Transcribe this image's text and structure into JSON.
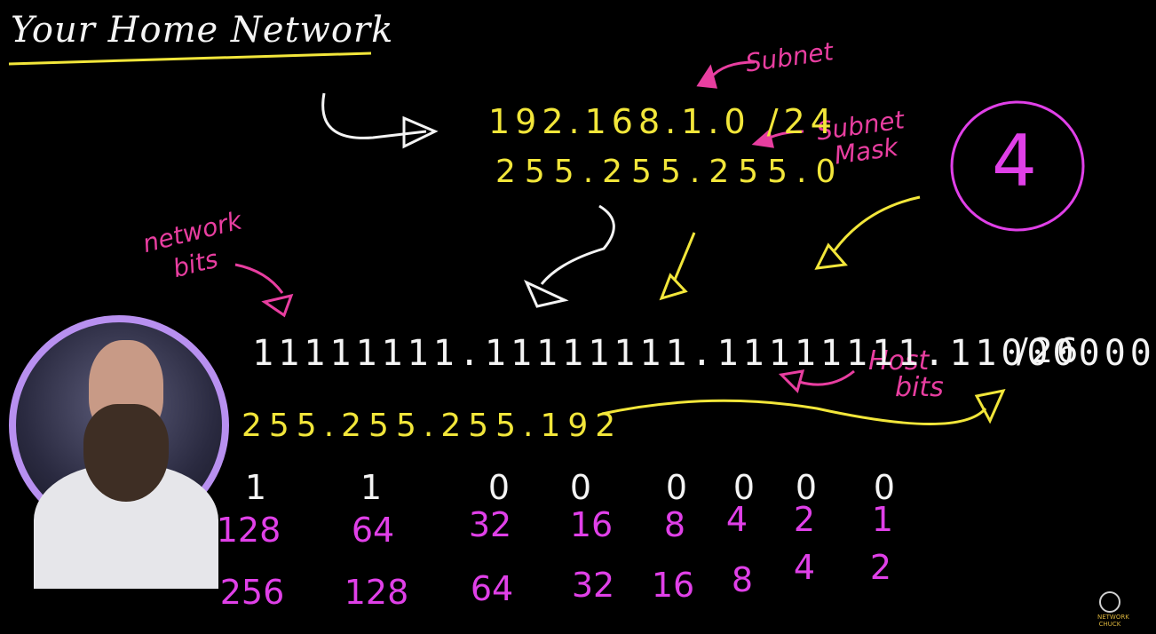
{
  "title": "Your Home Network",
  "annotations": {
    "subnet": "Subnet",
    "subnet_mask_line1": "Subnet",
    "subnet_mask_line2": "Mask",
    "network_bits_line1": "network",
    "network_bits_line2": "bits",
    "host_bits_line1": "Host",
    "host_bits_line2": "bits",
    "circled_number": "4"
  },
  "ip_address": "192.168.1.0 /24",
  "subnet_mask": "255.255.255.0",
  "binary_mask": "11111111.11111111.11111111.11000000",
  "cidr": "/26",
  "new_mask": "255.255.255.192",
  "bit_values": [
    "1",
    "1",
    "0",
    "0",
    "0",
    "0",
    "0",
    "0"
  ],
  "place_values": [
    "128",
    "64",
    "32",
    "16",
    "8",
    "4",
    "2",
    "1"
  ],
  "block_counts": [
    "256",
    "128",
    "64",
    "32",
    "16",
    "8",
    "4",
    "2"
  ],
  "colors": {
    "ink_white": "#f4f4f4",
    "ink_yellow": "#f2e63a",
    "ink_pink": "#e83ea0",
    "ink_magenta": "#e040e8",
    "webcam_ring": "#b890f0"
  },
  "logo": {
    "line1": "NETWORK",
    "line2": "CHUCK"
  }
}
